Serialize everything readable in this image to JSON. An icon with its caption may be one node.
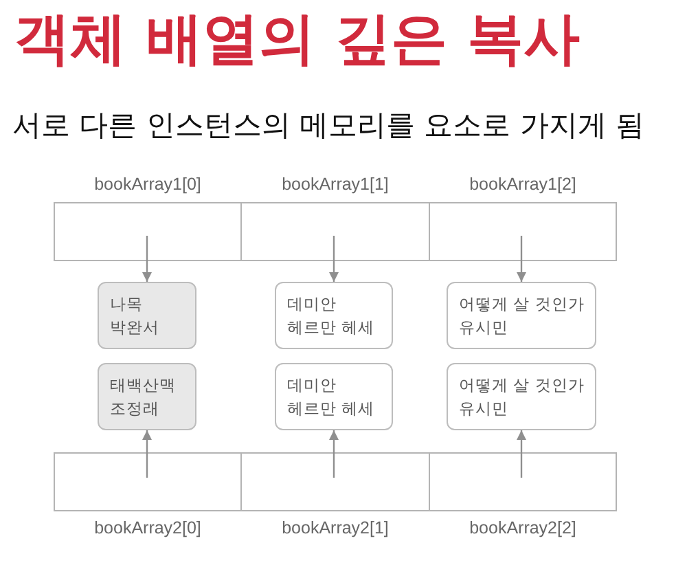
{
  "diagram": {
    "title": "객체 배열의 깊은 복사",
    "nodes": [
      {
        "text": [
          "bookArray1[0]"
        ]
      },
      {
        "text": [
          "bookArray1[1]"
        ]
      },
      {
        "text": [
          "bookArray1[2]"
        ]
      },
      {
        "text": [
          "나목",
          "박완서"
        ]
      },
      {
        "text": [
          "데미안",
          "헤르만 헤세"
        ]
      },
      {
        "text": [
          "어떻게 살 것인가",
          "유시민"
        ]
      },
      {
        "text": [
          "태백산맥",
          "조정래"
        ]
      },
      {
        "text": [
          "데미안",
          "헤르만 헤세"
        ]
      },
      {
        "text": [
          "어떻게 살 것인가",
          "유시민"
        ]
      },
      {
        "text": [
          "bookArray2[0]"
        ]
      },
      {
        "text": [
          "bookArray2[1]"
        ]
      },
      {
        "text": [
          "bookArray2[2]"
        ]
      }
    ],
    "edges": [
      {
        "from": 0,
        "to": 3,
        "arrow": "to"
      },
      {
        "from": 1,
        "to": 4,
        "arrow": "to"
      },
      {
        "from": 2,
        "to": 5,
        "arrow": "to"
      },
      {
        "from": 9,
        "to": 6,
        "arrow": "to"
      },
      {
        "from": 10,
        "to": 7,
        "arrow": "to"
      },
      {
        "from": 11,
        "to": 8,
        "arrow": "to"
      }
    ],
    "labels": [
      "서로 다른 인스턴스의 메모리를 요소로 가지게 됨"
    ]
  }
}
